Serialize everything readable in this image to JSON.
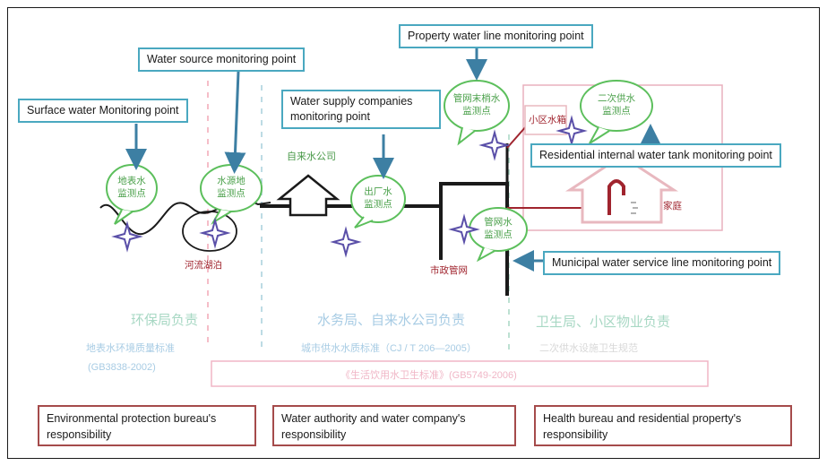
{
  "callouts": {
    "property": "Property water line monitoring point",
    "source": "Water source monitoring point",
    "surface": "Surface water Monitoring point",
    "supply": "Water supply companies monitoring point",
    "residential_tank": "Residential internal water tank monitoring point",
    "municipal": "Municipal water service line monitoring point"
  },
  "bubbles": {
    "surface": "地表水 监测点",
    "source": "水源地 监测点",
    "factory": "出厂水 监测点",
    "pipe": "管网水 监测点",
    "property": "管网末梢水 监测点",
    "secondary": "二次供水 监测点"
  },
  "labels": {
    "water_company": "自来水公司",
    "river_lake": "河流湖泊",
    "municipal_network": "市政管网",
    "community_tank": "小区水箱",
    "home": "家庭"
  },
  "zones": {
    "env_title": "环保局负责",
    "env_std1": "地表水环境质量标准",
    "env_std2": "(GB3838-2002)",
    "water_title": "水务局、自来水公司负责",
    "water_std": "城市供水水质标准（CJ / T 206—2005）",
    "health_title": "卫生局、小区物业负责",
    "health_std": "二次供水设施卫生规范",
    "drinking_std": "《生活饮用水卫生标准》(GB5749-2006)"
  },
  "responsibilities": {
    "env": "Environmental protection bureau's responsibility",
    "water": "Water authority and water company's responsibility",
    "health": "Health bureau and residential property's responsibility"
  },
  "colors": {
    "callout_border": "#4aa8c0",
    "arrow": "#3d7fa3",
    "bubble": "#5cbf5c",
    "star": "#5a4fa8",
    "house": "#e8b8bf",
    "resp_border": "#a54b4b",
    "faded_green": "#a8d8c4",
    "faded_blue": "#a8cce4",
    "faded_pink": "#f0b6c6"
  }
}
